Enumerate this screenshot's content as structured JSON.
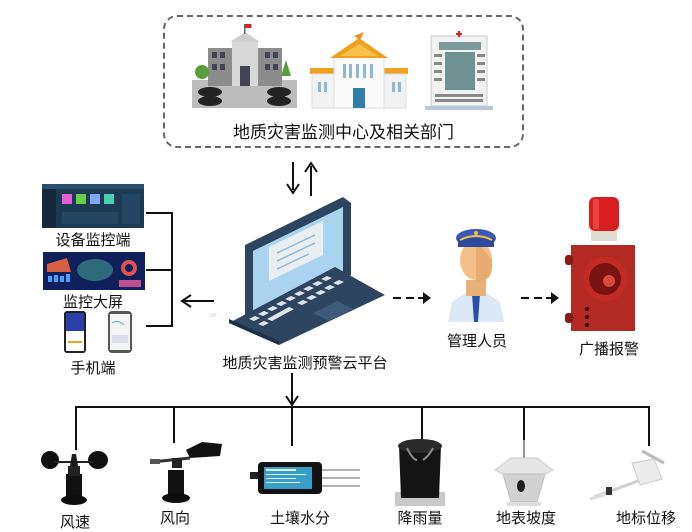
{
  "top_group": {
    "title": "地质灾害监测中心及相关部门",
    "icons": [
      "government-building-icon",
      "administration-hall-icon",
      "hospital-tower-icon"
    ]
  },
  "platform": {
    "label": "地质灾害监测预警云平台",
    "icon": "laptop-icon"
  },
  "clients": [
    {
      "label": "设备监控端",
      "icon": "desktop-dashboard-icon"
    },
    {
      "label": "监控大屏",
      "icon": "big-screen-dashboard-icon"
    },
    {
      "label": "手机端",
      "icon": "mobile-phones-icon"
    }
  ],
  "manager": {
    "label": "管理人员",
    "icon": "staff-officer-icon"
  },
  "alarm": {
    "label": "广播报警",
    "icon": "siren-alarm-icon"
  },
  "sensors": [
    {
      "label": "风速",
      "icon": "anemometer-icon"
    },
    {
      "label": "风向",
      "icon": "wind-vane-icon"
    },
    {
      "label": "土壤水分",
      "icon": "soil-moisture-sensor-icon"
    },
    {
      "label": "降雨量",
      "icon": "rain-gauge-icon"
    },
    {
      "label": "地表坡度",
      "icon": "inclinometer-icon"
    },
    {
      "label": "地标位移",
      "icon": "displacement-sensor-icon"
    }
  ],
  "colors": {
    "line": "#111111",
    "dash_border": "#666666",
    "laptop_body": "#2e4560",
    "laptop_screen": "#a9d3ee",
    "alarm_red": "#c0231e"
  }
}
